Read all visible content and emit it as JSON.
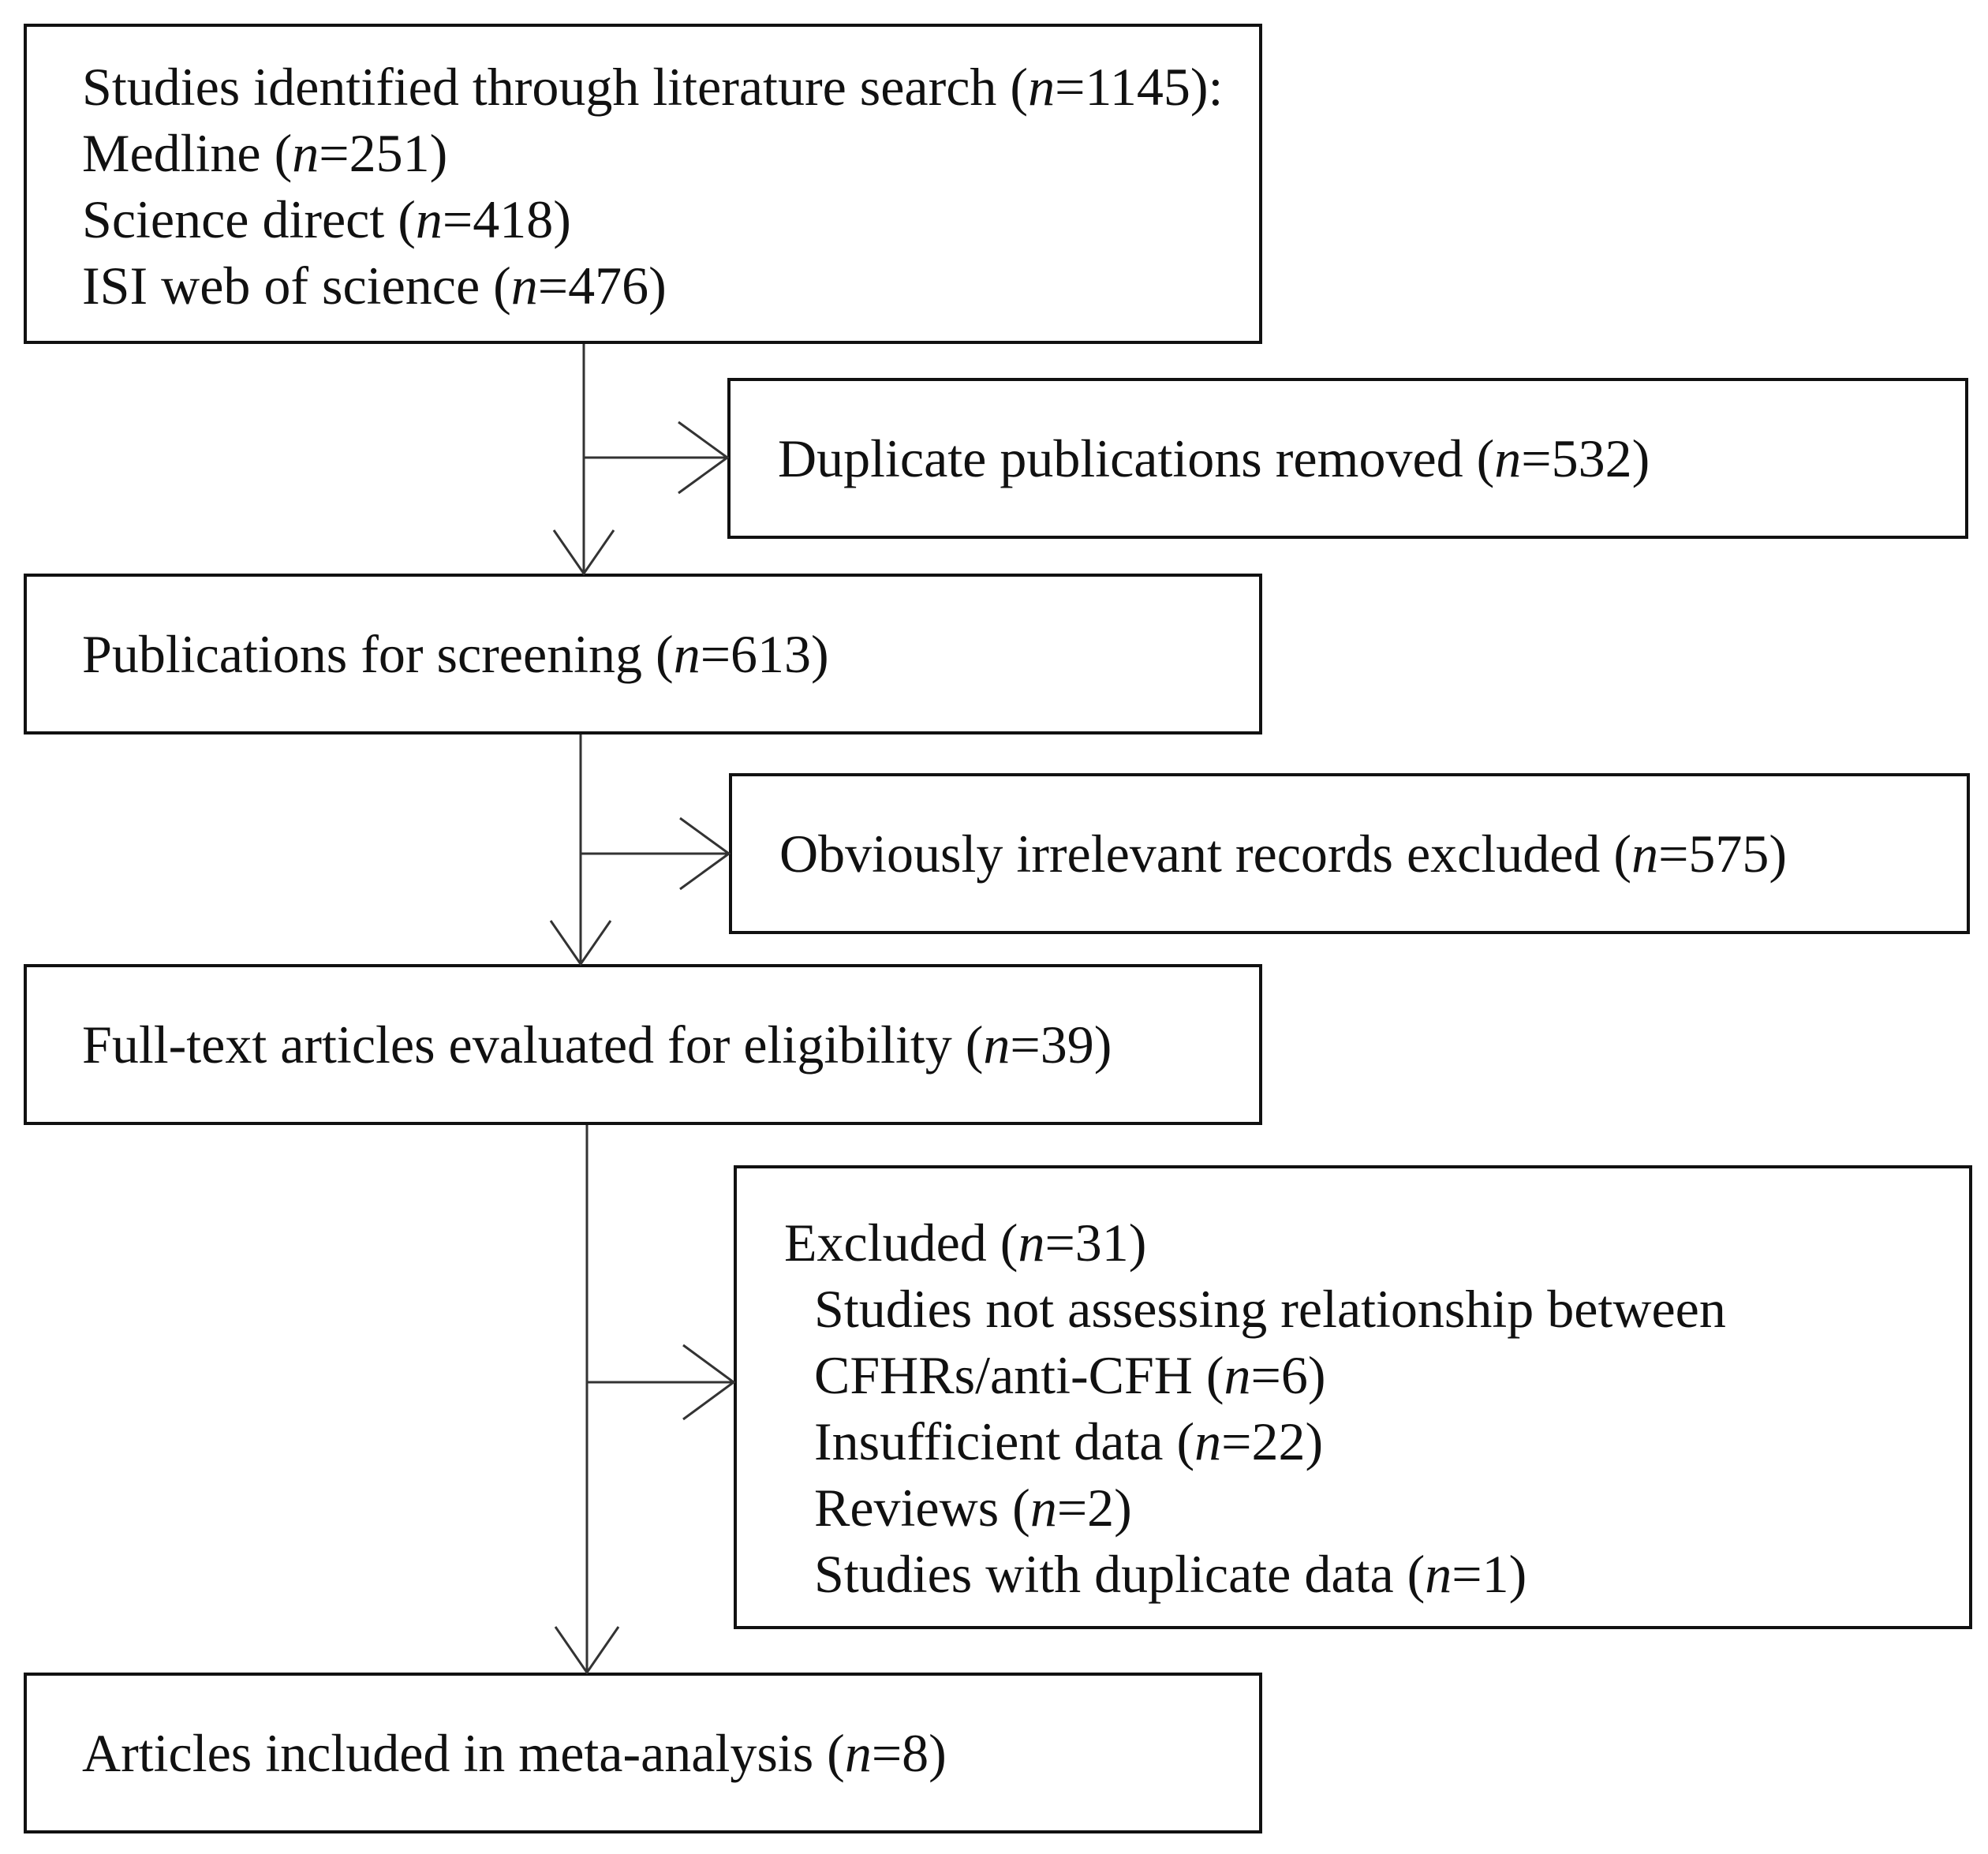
{
  "boxes": {
    "identified": {
      "lines": [
        {
          "pre": "Studies identified through literature search (",
          "n": "n",
          "post": "=1145):"
        },
        {
          "pre": "Medline (",
          "n": "n",
          "post": "=251)"
        },
        {
          "pre": "Science direct (",
          "n": "n",
          "post": "=418)"
        },
        {
          "pre": "ISI web of science (",
          "n": "n",
          "post": "=476)"
        }
      ]
    },
    "duplicates": {
      "pre": "Duplicate publications removed (",
      "n": "n",
      "post": "=532)"
    },
    "screening": {
      "pre": "Publications for screening (",
      "n": "n",
      "post": "=613)"
    },
    "irrelevant": {
      "pre": "Obviously irrelevant records excluded (",
      "n": "n",
      "post": "=575)"
    },
    "fulltext": {
      "pre": "Full-text articles evaluated for eligibility (",
      "n": "n",
      "post": "=39)"
    },
    "excluded": {
      "header": {
        "pre": "Excluded (",
        "n": "n",
        "post": "=31)"
      },
      "lines": [
        {
          "pre": "Studies not assessing relationship between",
          "n": "",
          "post": ""
        },
        {
          "pre": "CFHRs/anti-CFH (",
          "n": "n",
          "post": "=6)"
        },
        {
          "pre": "Insufficient data (",
          "n": "n",
          "post": "=22)"
        },
        {
          "pre": "Reviews (",
          "n": "n",
          "post": "=2)"
        },
        {
          "pre": "Studies with duplicate data (",
          "n": "n",
          "post": "=1)"
        }
      ]
    },
    "included": {
      "pre": "Articles included in meta-analysis (",
      "n": "n",
      "post": "=8)"
    }
  }
}
